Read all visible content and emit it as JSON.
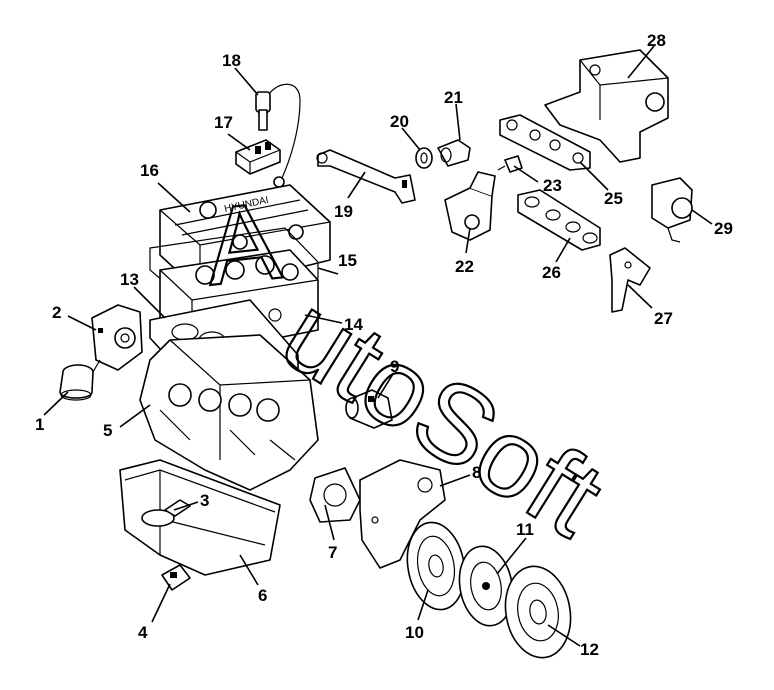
{
  "watermark": {
    "text_a": "A",
    "text_rest": "utoSoft"
  },
  "callouts": [
    {
      "id": "1",
      "label": "1"
    },
    {
      "id": "2",
      "label": "2"
    },
    {
      "id": "3",
      "label": "3"
    },
    {
      "id": "4",
      "label": "4"
    },
    {
      "id": "5",
      "label": "5"
    },
    {
      "id": "6",
      "label": "6"
    },
    {
      "id": "7",
      "label": "7"
    },
    {
      "id": "8",
      "label": "8"
    },
    {
      "id": "9",
      "label": "9"
    },
    {
      "id": "10",
      "label": "10"
    },
    {
      "id": "11",
      "label": "11"
    },
    {
      "id": "12",
      "label": "12"
    },
    {
      "id": "13",
      "label": "13"
    },
    {
      "id": "14",
      "label": "14"
    },
    {
      "id": "15",
      "label": "15"
    },
    {
      "id": "16",
      "label": "16"
    },
    {
      "id": "17",
      "label": "17"
    },
    {
      "id": "18",
      "label": "18"
    },
    {
      "id": "19",
      "label": "19"
    },
    {
      "id": "20",
      "label": "20"
    },
    {
      "id": "21",
      "label": "21"
    },
    {
      "id": "22",
      "label": "22"
    },
    {
      "id": "23",
      "label": "23"
    },
    {
      "id": "25",
      "label": "25"
    },
    {
      "id": "26",
      "label": "26"
    },
    {
      "id": "27",
      "label": "27"
    },
    {
      "id": "28",
      "label": "28"
    },
    {
      "id": "29",
      "label": "29"
    }
  ],
  "cover_brand": "HYUNDAI"
}
